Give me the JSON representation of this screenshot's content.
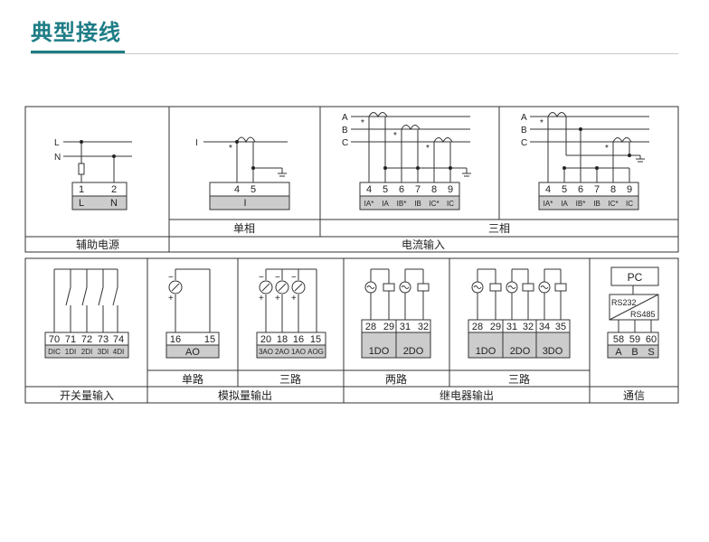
{
  "page": {
    "title": "典型接线"
  },
  "top": {
    "aux": {
      "caption": "辅助电源",
      "line_labels": [
        "L",
        "N"
      ],
      "terminals": [
        "1",
        "2"
      ],
      "bottom": [
        "L",
        "N"
      ]
    },
    "current": {
      "caption": "电流输入",
      "single": {
        "caption": "单相",
        "line_label": "I",
        "terminals": [
          "4",
          "5"
        ],
        "bottom": "I"
      },
      "three_caption": "三相",
      "three_a": {
        "phase_labels": [
          "A",
          "B",
          "C"
        ],
        "terminals": [
          "4",
          "5",
          "6",
          "7",
          "8",
          "9"
        ],
        "bottom": [
          "IA*",
          "IA",
          "IB*",
          "IB",
          "IC*",
          "IC"
        ]
      },
      "three_b": {
        "phase_labels": [
          "A",
          "B",
          "C"
        ],
        "terminals": [
          "4",
          "5",
          "6",
          "7",
          "8",
          "9"
        ],
        "bottom": [
          "IA*",
          "IA",
          "IB*",
          "IB",
          "IC*",
          "IC"
        ]
      }
    }
  },
  "bottom": {
    "switch": {
      "caption": "开关量输入",
      "terminals": [
        "70",
        "71",
        "72",
        "73",
        "74"
      ],
      "bottom": [
        "DIC",
        "1DI",
        "2DI",
        "3DI",
        "4DI"
      ]
    },
    "analog": {
      "caption": "模拟量输出",
      "single": {
        "caption": "单路",
        "terminals": [
          "16",
          "15"
        ],
        "bottom": "AO"
      },
      "triple": {
        "caption": "三路",
        "terminals": [
          "20",
          "18",
          "16",
          "15"
        ],
        "bottom": [
          "3AO",
          "2AO",
          "1AO",
          "AOG"
        ]
      }
    },
    "relay": {
      "caption": "继电器输出",
      "two": {
        "caption": "两路",
        "terminals": [
          "28",
          "29",
          "31",
          "32"
        ],
        "bottom": [
          "1DO",
          "2DO"
        ]
      },
      "three": {
        "caption": "三路",
        "terminals": [
          "28",
          "29",
          "31",
          "32",
          "34",
          "35"
        ],
        "bottom": [
          "1DO",
          "2DO",
          "3DO"
        ]
      }
    },
    "comm": {
      "caption": "通信",
      "pc": "PC",
      "rs232": "RS232",
      "rs485": "RS485",
      "terminals": [
        "58",
        "59",
        "60"
      ],
      "bottom": [
        "A",
        "B",
        "S"
      ]
    }
  }
}
